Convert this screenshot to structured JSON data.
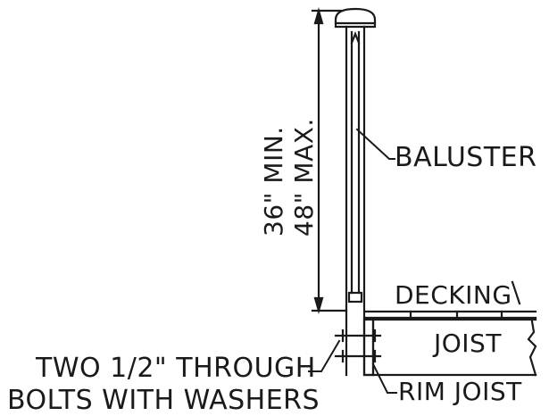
{
  "labels": {
    "dim_min": "36\" MIN.",
    "dim_max": "48\" MAX.",
    "baluster": "BALUSTER",
    "decking": "DECKING",
    "joist": "JOIST",
    "bolts_line1": "TWO 1/2\" THROUGH",
    "bolts_line2": "BOLTS WITH WASHERS",
    "rim_joist": "RIM JOIST"
  },
  "colors": {
    "ink": "#1a1a1a",
    "background": "#ffffff"
  }
}
